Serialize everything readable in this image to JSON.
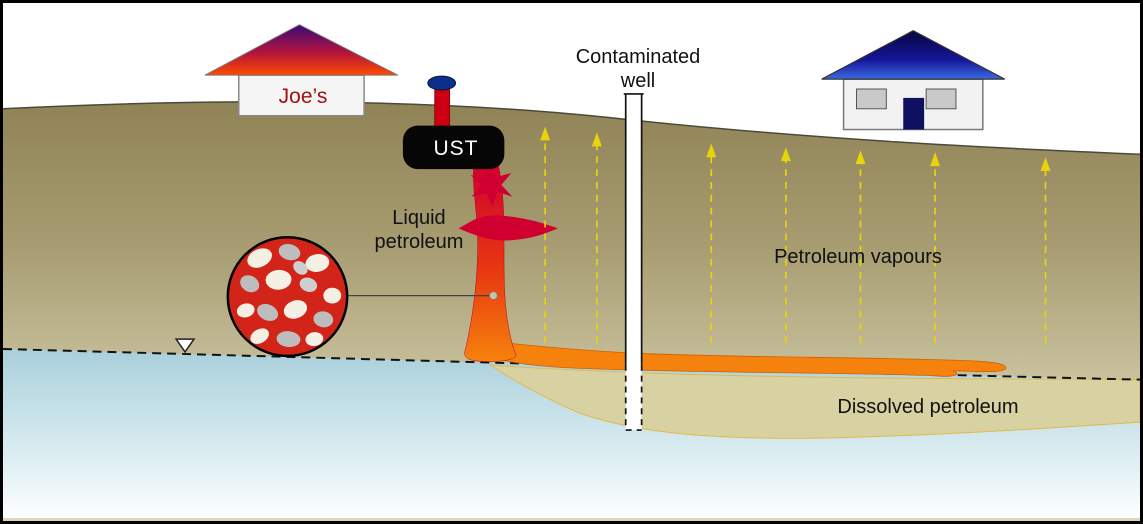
{
  "diagram": {
    "labels": {
      "joes": "Joe’s",
      "ust": "UST",
      "contaminated_well": {
        "line1": "Contaminated",
        "line2": "well"
      },
      "liquid_petroleum": {
        "line1": "Liquid",
        "line2": "petroleum"
      },
      "petroleum_vapours": "Petroleum vapours",
      "dissolved_petroleum": "Dissolved petroleum"
    },
    "colors": {
      "liquid_petroleum_red": "#cf0030",
      "plume_orange": "#f5820c",
      "dissolved_plume_fill": "#d8d2a2",
      "dissolved_plume_outline": "#dfb94d",
      "vapour_yellow": "#e8d40a",
      "ground_top": "#97895c",
      "ground_bottom": "#d8d2b5",
      "water_top": "#a8cfdb",
      "joes_text": "#a01212",
      "tank_black": "#060606",
      "pipe_red": "#cc0011",
      "pipe_cap_blue": "#0b2f8a"
    }
  }
}
